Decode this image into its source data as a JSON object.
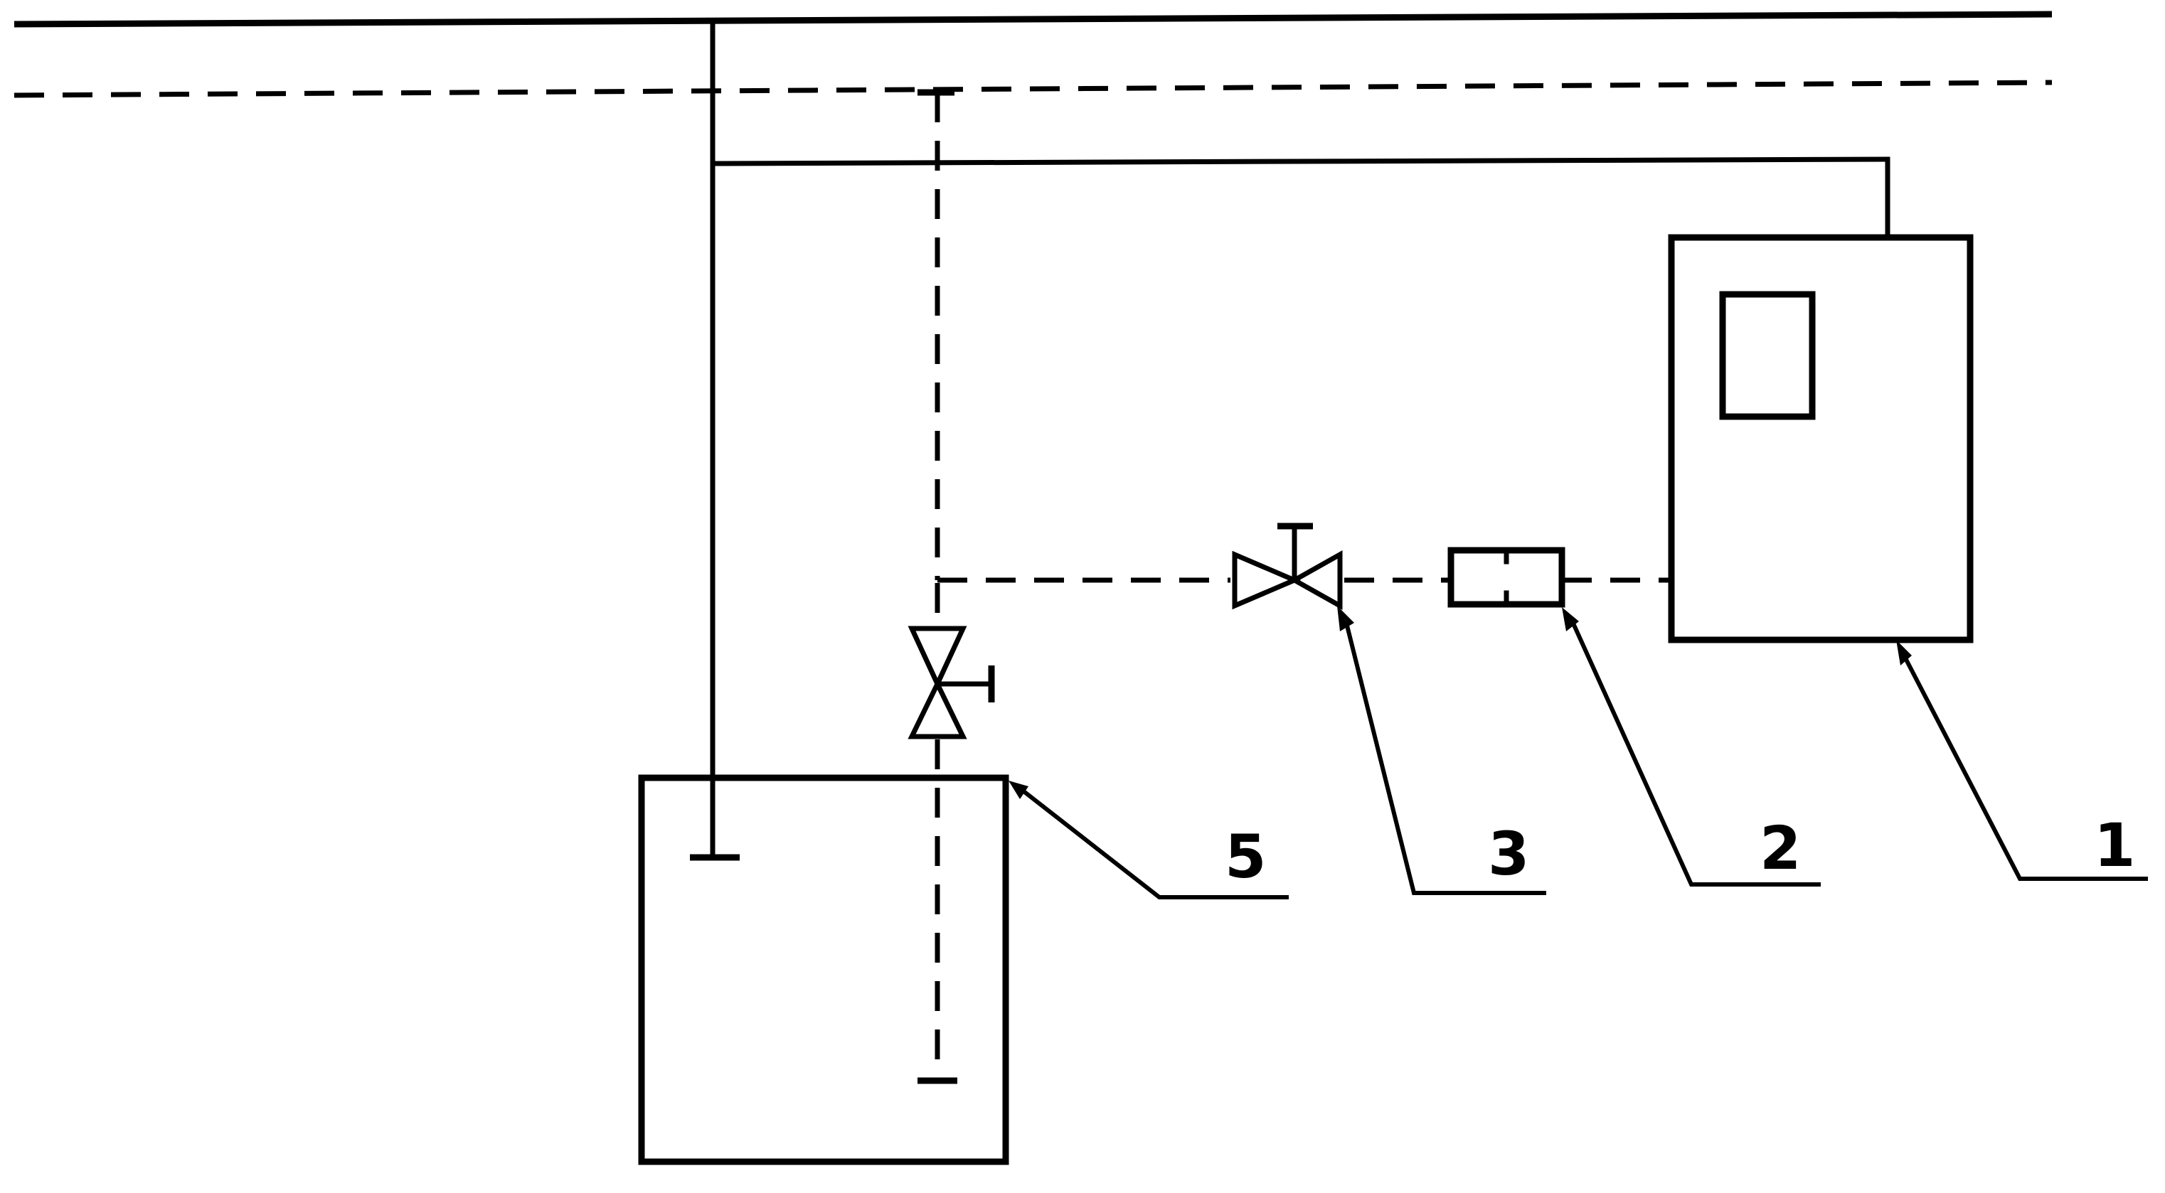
{
  "callouts": {
    "c1": "1",
    "c2": "2",
    "c3": "3",
    "c5": "5"
  },
  "colors": {
    "line": "#000000",
    "background": "#ffffff"
  }
}
